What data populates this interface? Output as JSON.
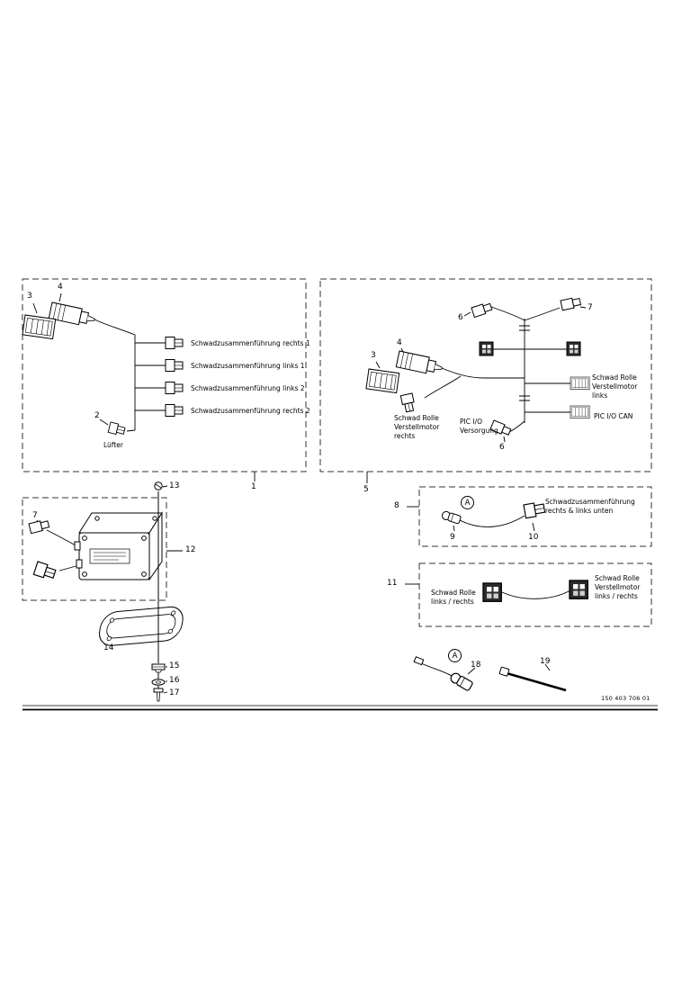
{
  "page": {
    "doc_number": "150 403 706 01"
  },
  "callouts": {
    "n1": "1",
    "n2": "2",
    "n3": "3",
    "n4": "4",
    "n5": "5",
    "n6": "6",
    "n7": "7",
    "n8": "8",
    "n9": "9",
    "n10": "10",
    "n11": "11",
    "n12": "12",
    "n13": "13",
    "n14": "14",
    "n15": "15",
    "n16": "16",
    "n17": "17",
    "n18": "18",
    "n19": "19",
    "marker_a": "A"
  },
  "harness_main": {
    "branch_rechts_1": "Schwadzusammenführung rechts 1",
    "branch_links_1": "Schwadzusammenführung links 1",
    "branch_links_2": "Schwadzusammenführung links 2",
    "branch_rechts_2": "Schwadzusammenführung rechts 2",
    "luefter": "Lüfter"
  },
  "harness_second": {
    "rolle_links": "Schwad Rolle\nVerstellmotor\nlinks",
    "pic_io_can": "PIC I/O CAN",
    "rolle_rechts": "Schwad Rolle\nVerstellmotor\nrechts",
    "pic_io_versorgung": "PIC I/O\nVersorgung"
  },
  "cable_8": {
    "label": "Schwadzusammenführung\nrechts & links unten"
  },
  "cable_11": {
    "label_left": "Schwad Rolle\nlinks / rechts",
    "label_right": "Schwad Rolle\nVerstellmotor\nlinks / rechts"
  }
}
